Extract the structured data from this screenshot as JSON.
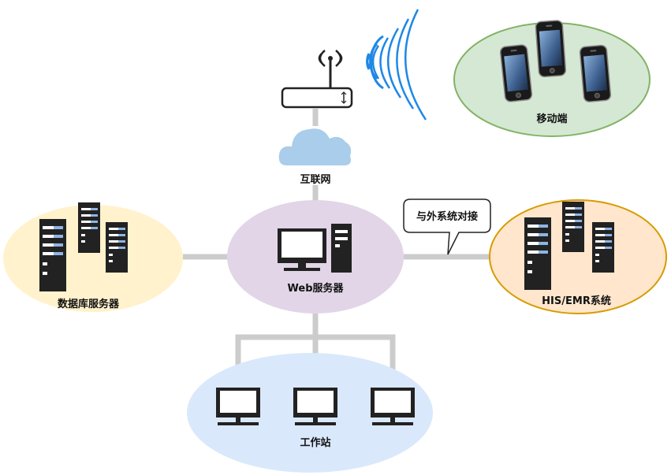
{
  "nodes": {
    "internet": {
      "label": "互联网"
    },
    "mobile": {
      "label": "移动端"
    },
    "web_server": {
      "label": "Web服务器"
    },
    "database_servers": {
      "label": "数据库服务器"
    },
    "his_emr": {
      "label": "HIS/EMR系统"
    },
    "workstations": {
      "label": "工作站"
    }
  },
  "callout": {
    "text": "与外系统对接"
  },
  "colors": {
    "connector": "#cccccc",
    "mobile_fill": "#d5e8d4",
    "mobile_stroke": "#82b366",
    "web_fill": "#e1d5e7",
    "db_fill": "#fff2cc",
    "his_fill": "#ffe6cc",
    "his_stroke": "#d79b00",
    "work_fill": "#dae8fc",
    "wifi_wave": "#1e88e5",
    "cloud": "#a9cdea",
    "server_body": "#222222",
    "server_slot_blue": "#8fb4e3"
  },
  "icons": [
    "router-icon",
    "wifi-signal-icon",
    "cloud-icon",
    "smartphone-icon",
    "server-icon",
    "desktop-computer-icon",
    "monitor-icon"
  ]
}
